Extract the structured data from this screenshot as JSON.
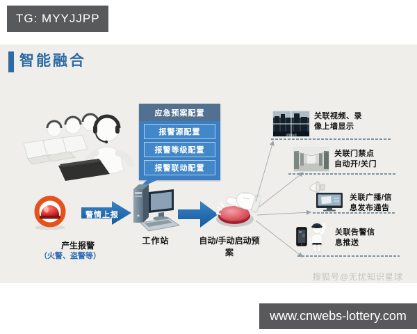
{
  "overlays": {
    "top_banner": "TG: MYYJJPP",
    "watermark": "搜狐号@无忧知识星球",
    "bottom_banner": "www.cnwebs-lottery.com"
  },
  "slide": {
    "title": "智能融合",
    "config_box": {
      "header": "应急预案配置",
      "items": [
        {
          "label": "报警源配置"
        },
        {
          "label": "报警等级配置"
        },
        {
          "label": "报警联动配置"
        }
      ]
    },
    "alarm": {
      "label": "产生报警",
      "sublabel": "（火警、盗警等）"
    },
    "report_arrow_label": "警情上报",
    "workstation_label": "工作站",
    "trigger_label": "自动/手动启动预案",
    "linkage_items": [
      {
        "label": "关联视频、录\n像上墙显示",
        "image": "video-wall-photo",
        "logo": "dahua"
      },
      {
        "label": "关联门禁点\n自动开/关门",
        "image": "corridor-door-photo"
      },
      {
        "label": "关联广播/信\n息发布通告",
        "image": "speaker-and-infoscreen-photo"
      },
      {
        "label": "关联告警信\n息推送",
        "image": "phone-and-police-clipart"
      }
    ],
    "colors": {
      "accent_blue": "#2d6ba3",
      "config_header_bg": "#527090",
      "config_body_bg": "#3c7ec2",
      "alarm_ring": "#e5521b",
      "arrow_blue": "#1f6cb2",
      "banner_bg": "#58595b",
      "slide_bg": "#efeeeb"
    }
  }
}
